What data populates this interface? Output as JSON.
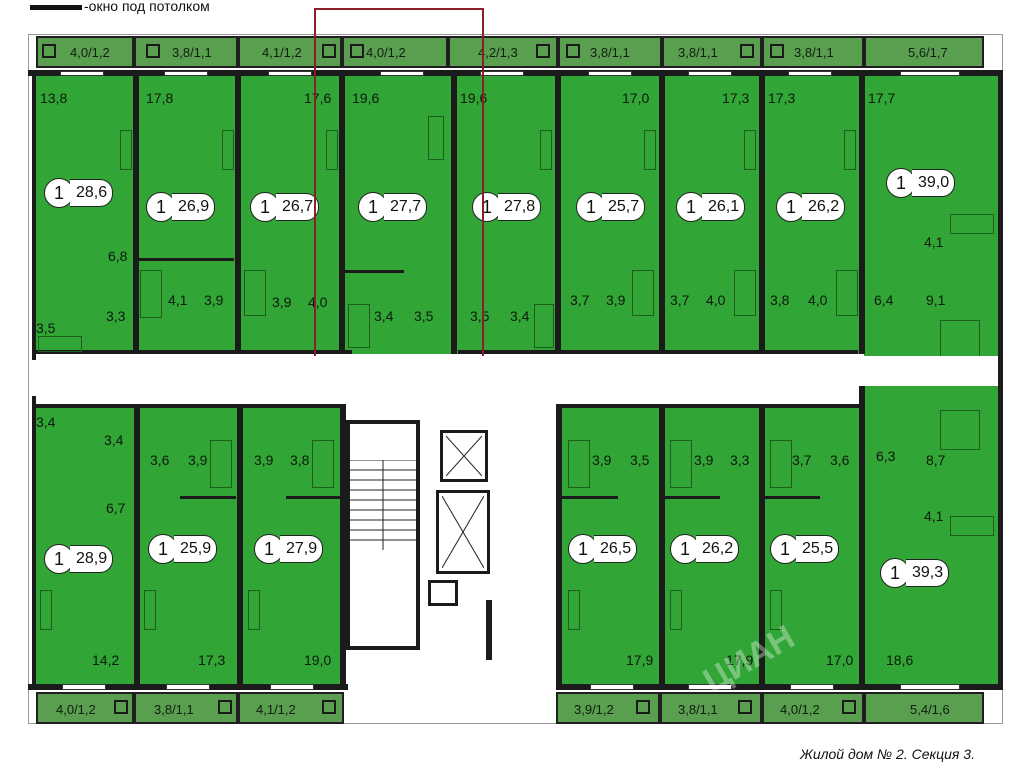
{
  "legend": {
    "label": "-окно под потолком"
  },
  "caption": "Жилой дом № 2. Секция 3.",
  "watermark": "ЦИАН",
  "balconies_top": [
    "4,0/1,2",
    "3,8/1,1",
    "4,1/1,2",
    "4,0/1,2",
    "4,2/1,3",
    "3,8/1,1",
    "3,8/1,1",
    "3,8/1,1",
    "5,6/1,7"
  ],
  "balconies_bottom": [
    "4,0/1,2",
    "3,8/1,1",
    "4,1/1,2",
    "3,9/1,2",
    "3,8/1,1",
    "4,0/1,2",
    "5,4/1,6"
  ],
  "apartments_top": [
    {
      "rooms": "1",
      "total": "28,6",
      "living": "13,8"
    },
    {
      "rooms": "1",
      "total": "26,9",
      "living": "17,8"
    },
    {
      "rooms": "1",
      "total": "26,7",
      "living": "17,6"
    },
    {
      "rooms": "1",
      "total": "27,7",
      "living": "19,6"
    },
    {
      "rooms": "1",
      "total": "27,8",
      "living": "19,6"
    },
    {
      "rooms": "1",
      "total": "25,7",
      "living": "17,0"
    },
    {
      "rooms": "1",
      "total": "26,1",
      "living": "17,3"
    },
    {
      "rooms": "1",
      "total": "26,2",
      "living": "17,3"
    },
    {
      "rooms": "1",
      "total": "39,0",
      "living": "17,7"
    }
  ],
  "apartments_bottom": [
    {
      "rooms": "1",
      "total": "28,9",
      "living": "14,2"
    },
    {
      "rooms": "1",
      "total": "25,9",
      "living": "17,3"
    },
    {
      "rooms": "1",
      "total": "27,9",
      "living": "19,0"
    },
    {
      "rooms": "1",
      "total": "26,5",
      "living": "17,9"
    },
    {
      "rooms": "1",
      "total": "26,2",
      "living": "17,9"
    },
    {
      "rooms": "1",
      "total": "25,5",
      "living": "17,0"
    },
    {
      "rooms": "1",
      "total": "39,3",
      "living": "18,6"
    }
  ],
  "small_areas": {
    "a1": "6,8",
    "a2": "3,3",
    "a3": "3,5",
    "b1": "4,1",
    "b2": "3,9",
    "c1": "3,9",
    "c2": "4,0",
    "d1": "3,4",
    "d2": "3,5",
    "e1": "3,5",
    "e2": "3,4",
    "f1": "3,7",
    "f2": "3,9",
    "g1": "3,7",
    "g2": "4,0",
    "h1": "3,8",
    "h2": "4,0",
    "i1": "4,1",
    "i2": "9,1",
    "i3": "6,4",
    "j1": "3,4",
    "j2": "3,4",
    "j3": "6,7",
    "k1": "3,6",
    "k2": "3,9",
    "l1": "3,9",
    "l2": "3,8",
    "m1": "3,9",
    "m2": "3,5",
    "n1": "3,9",
    "n2": "3,3",
    "o1": "3,7",
    "o2": "3,6",
    "p1": "6,3",
    "p2": "8,7",
    "p3": "4,1"
  }
}
